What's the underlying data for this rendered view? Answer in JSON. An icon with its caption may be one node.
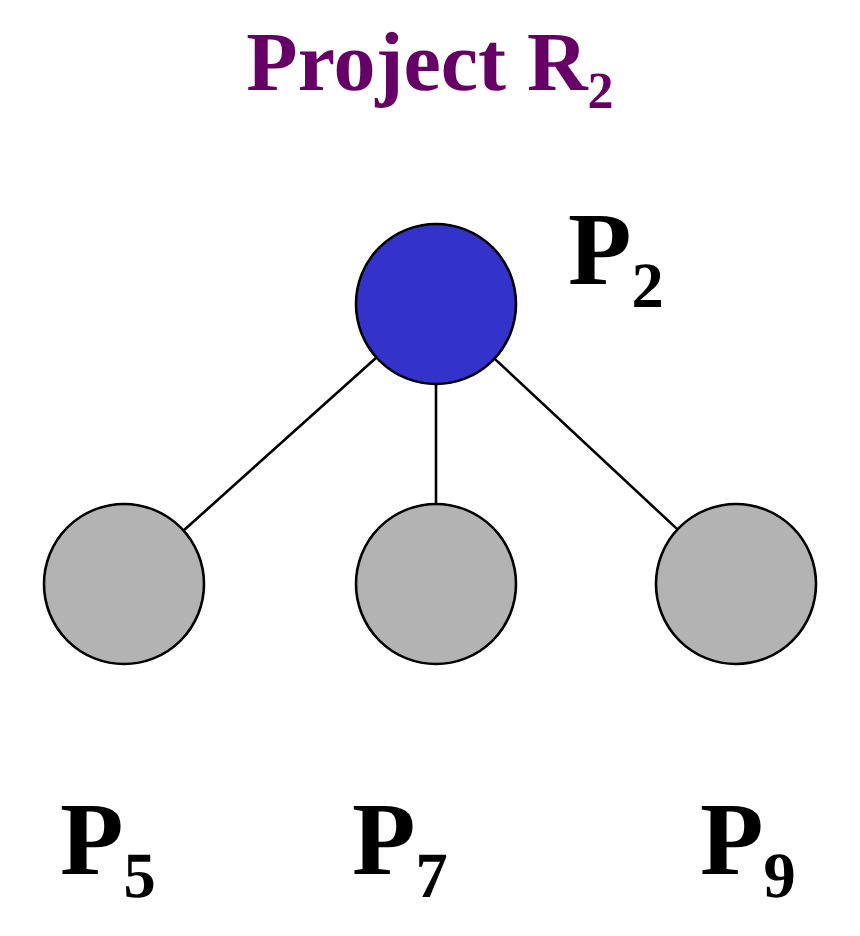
{
  "diagram": {
    "title": "Project R$_{2}$",
    "nodes": [
      {
        "text": [],
        "shape": "circle",
        "beside": [
          "P$_{2}$"
        ]
      },
      {
        "text": [],
        "shape": "circle",
        "beside": [
          "P$_{5}$"
        ]
      },
      {
        "text": [],
        "shape": "circle",
        "beside": [
          "P$_{7}$"
        ]
      },
      {
        "text": [],
        "shape": "circle",
        "beside": [
          "P$_{9}$"
        ]
      }
    ],
    "edges": [
      {
        "from": 0,
        "to": 1,
        "arrow": "none"
      },
      {
        "from": 0,
        "to": 2,
        "arrow": "none"
      },
      {
        "from": 0,
        "to": 3,
        "arrow": "none"
      }
    ]
  }
}
